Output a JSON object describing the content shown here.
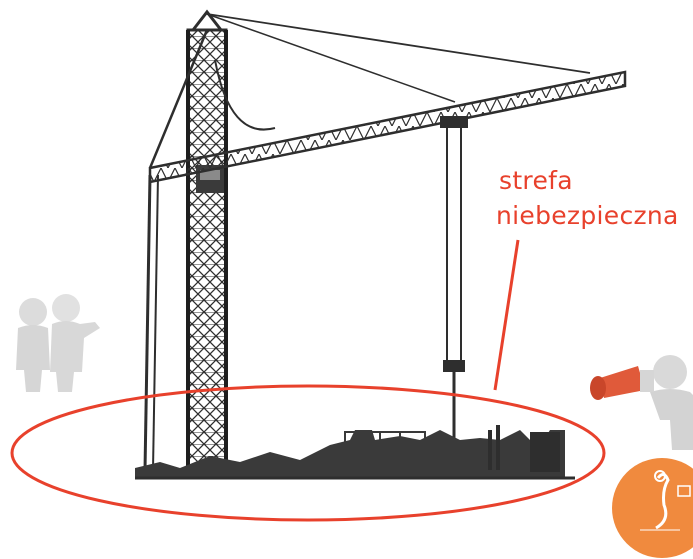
{
  "annotation": {
    "line1": "strefa",
    "line2": "niebezpieczna"
  },
  "colors": {
    "danger": "#e8412c",
    "crane": "#2e2e2e",
    "figure": "#d6d6d6",
    "megaphone": "#e05a3a",
    "badge": "#f08a3e"
  },
  "icons": {
    "crane": "tower-crane-icon",
    "danger_zone": "danger-zone-ellipse",
    "workers": "worker-figures-icon",
    "megaphone_figure": "megaphone-figure-icon",
    "badge": "round-logo-badge"
  }
}
